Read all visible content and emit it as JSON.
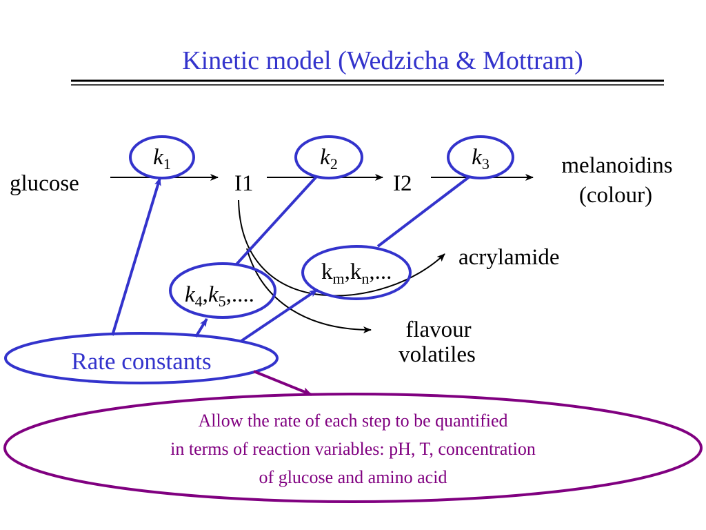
{
  "title": "Kinetic model (Wedzicha & Mottram)",
  "species": {
    "glucose": "glucose",
    "i1": "I1",
    "i2": "I2",
    "melanoidins_line1": "melanoidins",
    "melanoidins_line2": "(colour)",
    "acrylamide": "acrylamide",
    "flavour_line1": "flavour",
    "flavour_line2": "volatiles"
  },
  "constants": {
    "k1": {
      "sym": "k",
      "sub": "1"
    },
    "k2": {
      "sym": "k",
      "sub": "2"
    },
    "k3": {
      "sym": "k",
      "sub": "3"
    },
    "k45": {
      "sym_a": "k",
      "sub_a": "4",
      "sep": ",",
      "sym_b": "k",
      "sub_b": "5",
      "tail": ",...."
    },
    "kmn": {
      "sym_a": "k",
      "sub_a": "m",
      "sep": ",",
      "sym_b": "k",
      "sub_b": "n",
      "tail": ",..."
    }
  },
  "rate_constants_label": "Rate constants",
  "note": {
    "line1": "Allow the rate of each step to be quantified",
    "line2": "in terms of reaction variables: pH, T, concentration",
    "line3": "of glucose and amino acid"
  },
  "colors": {
    "title": "#3333cc",
    "constants_ellipse": "#3333cc",
    "note": "#800080",
    "arrows": "#000000"
  }
}
